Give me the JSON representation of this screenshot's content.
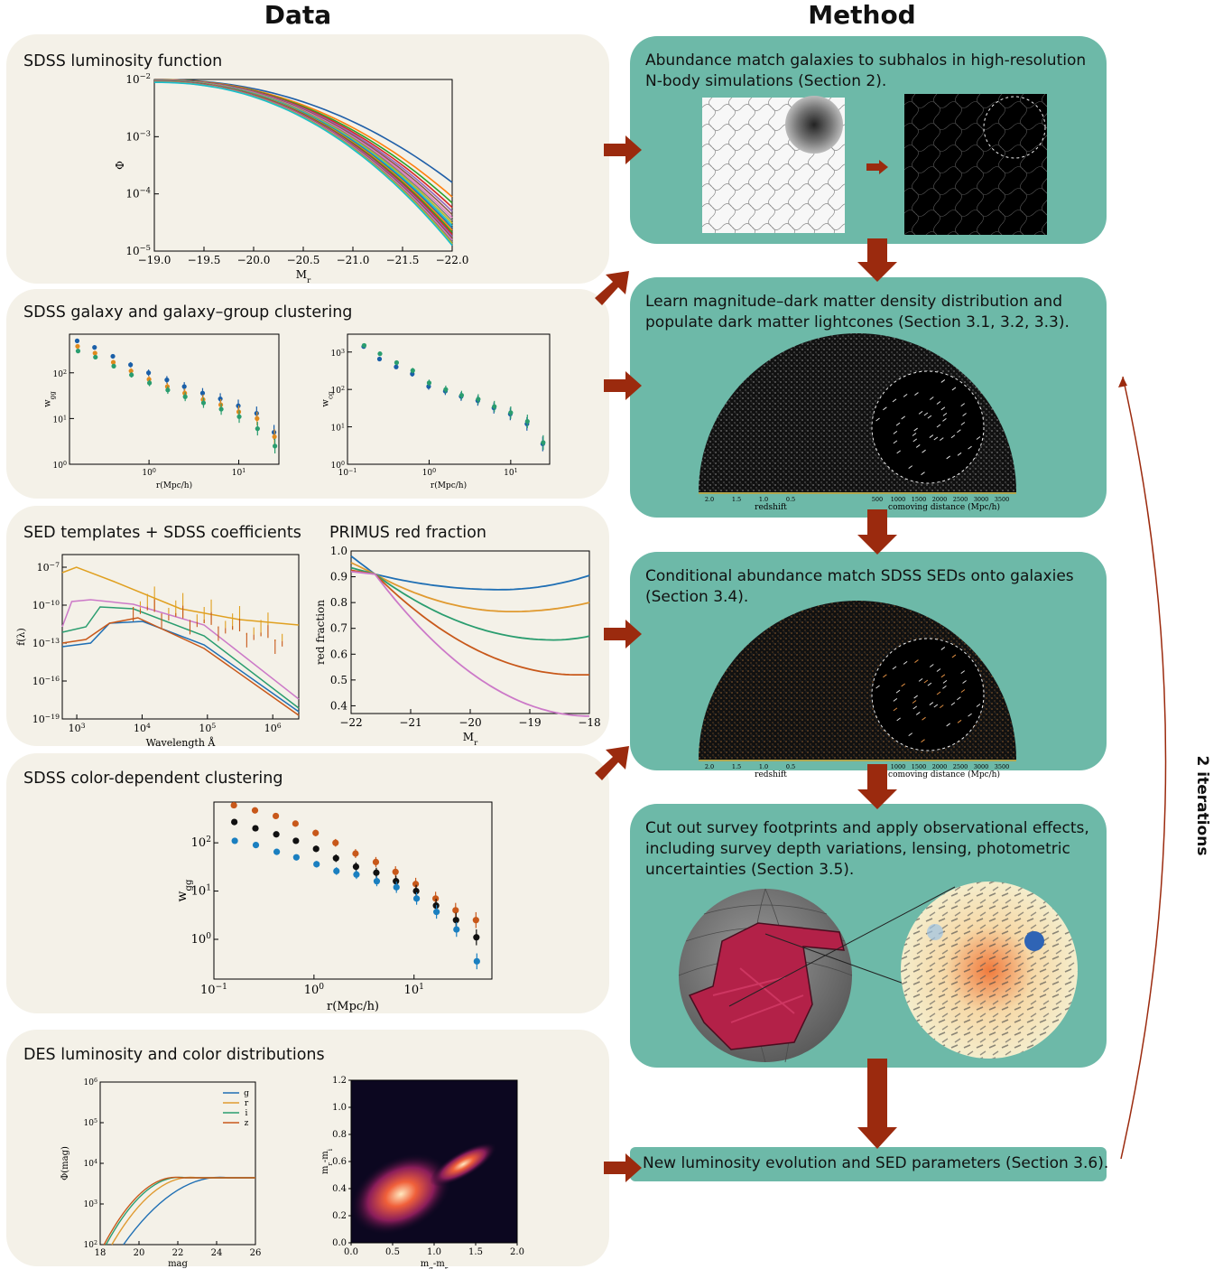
{
  "headers": {
    "data": "Data",
    "method": "Method"
  },
  "iterations": "2 iterations",
  "panels": {
    "lf": {
      "label": "SDSS luminosity function"
    },
    "clustering": {
      "label": "SDSS galaxy and galaxy–group clustering"
    },
    "sed": {
      "label": "SED templates + SDSS coefficients"
    },
    "primus": {
      "label": "PRIMUS red fraction"
    },
    "colorclust": {
      "label": "SDSS color-dependent clustering"
    },
    "des": {
      "label": "DES luminosity and color distributions"
    }
  },
  "methods": {
    "m1": "Abundance match galaxies to subhalos in high-resolution N-body simulations (Section 2).",
    "m2": "Learn magnitude–dark matter density distribution and populate dark matter lightcones (Section 3.1, 3.2, 3.3).",
    "m3": "Conditional abundance match SDSS SEDs onto galaxies (Section 3.4).",
    "m4": "Cut out survey footprints and apply observational effects, including  survey depth variations, lensing, photometric uncertainties (Section 3.5).",
    "m5": "New luminosity evolution and SED parameters (Section 3.6)."
  },
  "lightcone_axes": {
    "redshift_ticks": [
      "2.0",
      "1.5",
      "1.0",
      "0.5"
    ],
    "redshift_label": "redshift",
    "distance_ticks": [
      "500",
      "1000",
      "1500",
      "2000",
      "2500",
      "3000",
      "3500"
    ],
    "distance_label": "comoving distance (Mpc/h)"
  },
  "colors": {
    "panel": "#f4f1e8",
    "method": "#6db9a8",
    "arrow": "#9b2a0e",
    "series": [
      "#1f77b4",
      "#e08a1e",
      "#2a9d6f",
      "#c8581a",
      "#cc79c8",
      "#0072b2"
    ]
  },
  "chart_data": [
    {
      "id": "lf",
      "type": "line",
      "xlabel": "M",
      "xlabel_sub": "r",
      "ylabel": "Φ",
      "xlim": [
        -19.0,
        -22.0
      ],
      "ylim": [
        1e-05,
        0.01
      ],
      "log_y": true,
      "xticks": [
        "−19.0",
        "−19.5",
        "−20.0",
        "−20.5",
        "−21.0",
        "−21.5",
        "−22.0"
      ],
      "yticks": [
        {
          "base": "10",
          "exp": "−2"
        },
        {
          "base": "10",
          "exp": "−3"
        },
        {
          "base": "10",
          "exp": "−4"
        },
        {
          "base": "10",
          "exp": "−5"
        }
      ],
      "series_count": 20,
      "log_start": [
        -2.0,
        -2.05
      ],
      "log_end": [
        -3.8,
        -4.9
      ]
    },
    {
      "id": "wgg",
      "type": "scatter",
      "xlabel": "r(Mpc/h)",
      "ylabel": "w",
      "ylabel_sub": "gg",
      "log_x": true,
      "log_y": true,
      "xlim": [
        0.13,
        28
      ],
      "ylim": [
        1,
        700
      ],
      "xticks": [
        {
          "base": "10",
          "exp": "0"
        },
        {
          "base": "10",
          "exp": "1"
        }
      ],
      "yticks": [
        {
          "base": "10",
          "exp": "0"
        },
        {
          "base": "10",
          "exp": "1"
        },
        {
          "base": "10",
          "exp": "2"
        }
      ],
      "x": [
        0.16,
        0.25,
        0.4,
        0.63,
        1.0,
        1.6,
        2.5,
        4.0,
        6.3,
        10,
        16,
        25
      ],
      "series": [
        {
          "values": [
            500,
            360,
            230,
            150,
            100,
            70,
            50,
            36,
            27,
            19,
            13,
            5
          ]
        },
        {
          "values": [
            380,
            270,
            170,
            110,
            72,
            50,
            36,
            26,
            20,
            14,
            10,
            4
          ]
        },
        {
          "values": [
            300,
            220,
            140,
            90,
            60,
            42,
            30,
            22,
            16,
            11,
            6,
            2.5
          ]
        }
      ]
    },
    {
      "id": "wcg",
      "type": "scatter",
      "xlabel": "r(Mpc/h)",
      "ylabel": "w",
      "ylabel_sub": "cg",
      "log_x": true,
      "log_y": true,
      "xlim": [
        0.1,
        30
      ],
      "ylim": [
        1,
        3000
      ],
      "xticks": [
        {
          "base": "10",
          "exp": "−1"
        },
        {
          "base": "10",
          "exp": "0"
        },
        {
          "base": "10",
          "exp": "1"
        }
      ],
      "yticks": [
        {
          "base": "10",
          "exp": "0"
        },
        {
          "base": "10",
          "exp": "1"
        },
        {
          "base": "10",
          "exp": "2"
        },
        {
          "base": "10",
          "exp": "3"
        }
      ],
      "x": [
        0.16,
        0.25,
        0.4,
        0.63,
        1.0,
        1.6,
        2.5,
        4.0,
        6.3,
        10,
        16,
        25
      ],
      "series": [
        {
          "values": [
            1400,
            650,
            400,
            260,
            120,
            90,
            65,
            50,
            32,
            22,
            12,
            3.5
          ]
        },
        {
          "values": [
            1500,
            900,
            520,
            320,
            150,
            100,
            70,
            55,
            35,
            24,
            14,
            3.8
          ]
        }
      ]
    },
    {
      "id": "sed",
      "type": "line",
      "xlabel": "Wavelength Å",
      "ylabel": "f(λ)",
      "log_x": true,
      "log_y": true,
      "xlim": [
        600,
        2500000
      ],
      "xticks": [
        {
          "base": "10",
          "exp": "3"
        },
        {
          "base": "10",
          "exp": "4"
        },
        {
          "base": "10",
          "exp": "5"
        },
        {
          "base": "10",
          "exp": "6"
        }
      ],
      "yticks": [
        {
          "base": "10",
          "exp": "−7"
        },
        {
          "base": "10",
          "exp": "−10"
        },
        {
          "base": "10",
          "exp": "−13"
        },
        {
          "base": "10",
          "exp": "−16"
        },
        {
          "base": "10",
          "exp": "−19"
        }
      ]
    },
    {
      "id": "primus",
      "type": "line",
      "xlabel": "M",
      "xlabel_sub": "r",
      "ylabel": "red fraction",
      "xlim": [
        -22,
        -18
      ],
      "ylim": [
        0.37,
        1.0
      ],
      "xticks": [
        "−22",
        "−21",
        "−20",
        "−19",
        "−18"
      ],
      "yticks": [
        "1.0",
        "0.9",
        "0.8",
        "0.7",
        "0.6",
        "0.5",
        "0.4"
      ],
      "series": [
        {
          "end": 0.905,
          "min": 0.85,
          "min_at": -19.5
        },
        {
          "end": 0.8,
          "min": 0.765,
          "min_at": -19.3
        },
        {
          "end": 0.67,
          "min": 0.655,
          "min_at": -18.6
        },
        {
          "end": 0.52,
          "min": 0.52,
          "min_at": -18.2
        },
        {
          "end": 0.36,
          "min": 0.36,
          "min_at": -18.0
        }
      ]
    },
    {
      "id": "colorclust",
      "type": "scatter",
      "xlabel": "r(Mpc/h)",
      "ylabel": "w",
      "ylabel_sub": "gg",
      "log_x": true,
      "log_y": true,
      "xlim": [
        0.1,
        60
      ],
      "ylim": [
        0.15,
        700
      ],
      "xticks": [
        {
          "base": "10",
          "exp": "−1"
        },
        {
          "base": "10",
          "exp": "0"
        },
        {
          "base": "10",
          "exp": "1"
        }
      ],
      "yticks": [
        {
          "base": "10",
          "exp": "0"
        },
        {
          "base": "10",
          "exp": "1"
        },
        {
          "base": "10",
          "exp": "2"
        }
      ],
      "x": [
        0.16,
        0.26,
        0.42,
        0.66,
        1.05,
        1.66,
        2.63,
        4.2,
        6.6,
        10.5,
        16.6,
        26.3,
        42
      ],
      "series": [
        {
          "color": "#c8581a",
          "values": [
            600,
            470,
            360,
            250,
            160,
            100,
            60,
            40,
            25,
            14,
            7,
            4,
            2.5
          ]
        },
        {
          "color": "#111111",
          "values": [
            270,
            200,
            150,
            110,
            75,
            48,
            32,
            24,
            16,
            10,
            5,
            2.5,
            1.1
          ]
        },
        {
          "color": "#1a7fc0",
          "values": [
            110,
            90,
            65,
            50,
            36,
            26,
            22,
            16,
            12,
            7,
            3.7,
            1.6,
            0.35
          ]
        }
      ]
    },
    {
      "id": "deslf",
      "type": "line",
      "xlabel": "mag",
      "ylabel": "Φ(mag)",
      "xlim": [
        18,
        26
      ],
      "log_y": true,
      "xticks": [
        "18",
        "20",
        "22",
        "24",
        "26"
      ],
      "yticks": [
        {
          "base": "10",
          "exp": "6"
        },
        {
          "base": "10",
          "exp": "5"
        },
        {
          "base": "10",
          "exp": "4"
        },
        {
          "base": "10",
          "exp": "3"
        },
        {
          "base": "10",
          "exp": "2"
        }
      ],
      "legend": [
        "g",
        "r",
        "i",
        "z"
      ]
    },
    {
      "id": "colorcolor",
      "type": "heatmap",
      "xlabel": "m",
      "xlabel_sub": "g",
      "xlabel_rest": "-m",
      "xlabel_sub2": "r",
      "ylabel": "m",
      "ylabel_sub": "r",
      "ylabel_rest": "-m",
      "ylabel_sub2": "i",
      "xlim": [
        0.0,
        2.0
      ],
      "ylim": [
        0.0,
        1.2
      ],
      "xticks": [
        "0.0",
        "0.5",
        "1.0",
        "1.5",
        "2.0"
      ],
      "yticks": [
        "1.2",
        "1.0",
        "0.8",
        "0.6",
        "0.4",
        "0.2",
        "0.0"
      ]
    }
  ]
}
